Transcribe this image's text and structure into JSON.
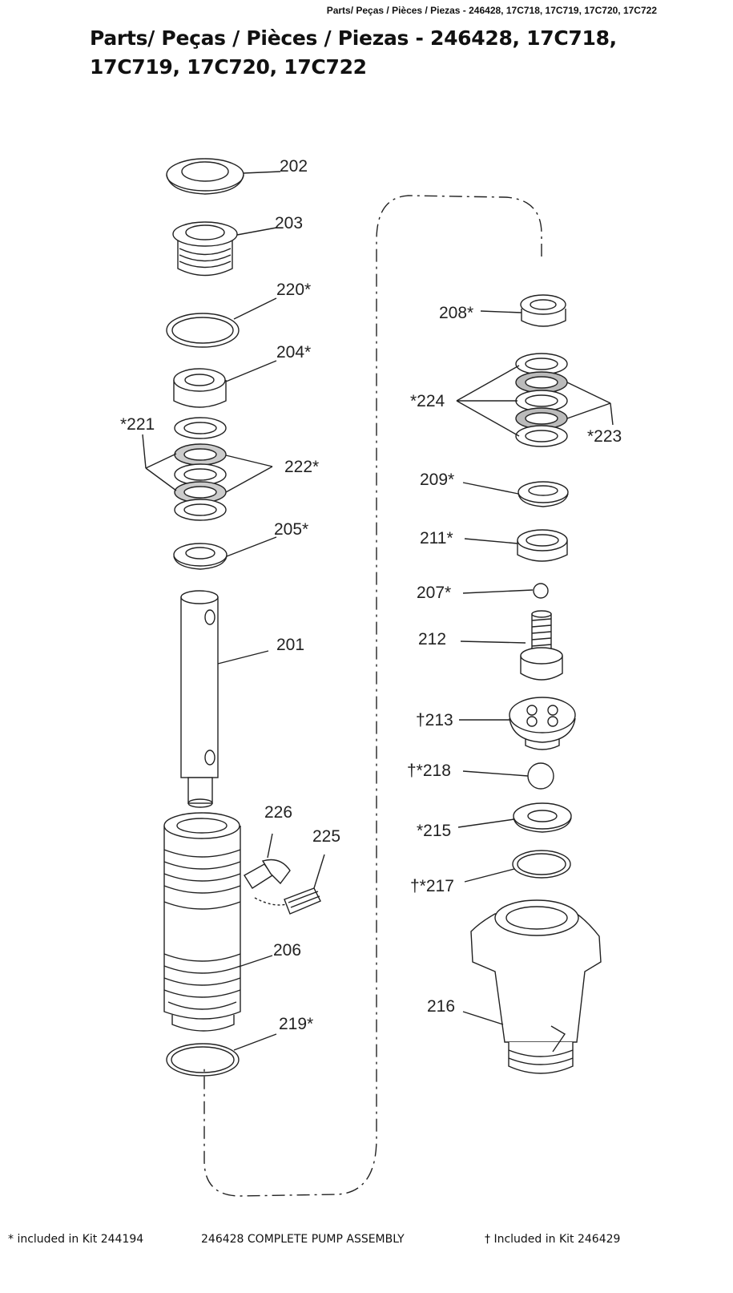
{
  "header": {
    "small_title": "Parts/ Peças / Pièces / Piezas - 246428, 17C718, 17C719, 17C720, 17C722"
  },
  "title": {
    "line1": "Parts/ Peças / Pièces / Piezas - 246428, 17C718,",
    "line2": "17C719, 17C720, 17C722"
  },
  "callouts": {
    "p202": "202",
    "p203": "203",
    "p220": "220*",
    "p204": "204*",
    "p221": "*221",
    "p222": "222*",
    "p205": "205*",
    "p201": "201",
    "p226": "226",
    "p225": "225",
    "p206": "206",
    "p219": "219*",
    "p208": "208*",
    "p224": "*224",
    "p223": "*223",
    "p209": "209*",
    "p211": "211*",
    "p207": "207*",
    "p212": "212",
    "p213": "†213",
    "p218": "†*218",
    "p215": "*215",
    "p217": "†*217",
    "p216": "216"
  },
  "footer": {
    "kit_left": "* included in Kit  244194",
    "assembly": "246428 COMPLETE PUMP ASSEMBLY",
    "kit_right": "† Included in Kit  246429"
  }
}
